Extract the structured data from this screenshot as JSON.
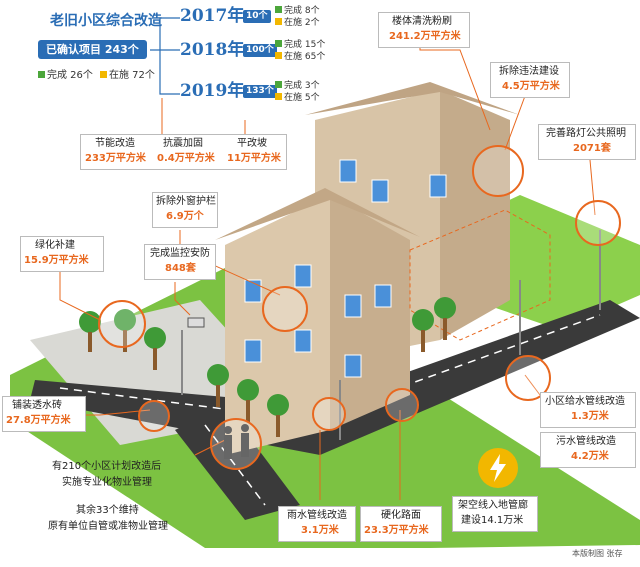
{
  "summary": {
    "title": "老旧小区综合改造",
    "confirmed": "已确认项目 243个",
    "done": "完成 26个",
    "ongoing": "在施 72个",
    "colors": {
      "done": "#4ca63b",
      "ongoing": "#f2b700",
      "accent": "#2a6db5",
      "value": "#e8681f"
    }
  },
  "years": [
    {
      "year": "2017年",
      "count": "10个",
      "done": "完成 8个",
      "ongoing": "在施 2个"
    },
    {
      "year": "2018年",
      "count": "100个",
      "done": "完成 15个",
      "ongoing": "在施 65个"
    },
    {
      "year": "2019年",
      "count": "133个",
      "done": "完成 3个",
      "ongoing": "在施 5个"
    }
  ],
  "callouts": {
    "facade": {
      "label": "楼体清洗粉刷",
      "value": "241.2万平方米"
    },
    "demolish": {
      "label": "拆除违法建设",
      "value": "4.5万平方米"
    },
    "lighting": {
      "label": "完善路灯公共照明",
      "value": "2071套"
    },
    "energy": {
      "label": "节能改造",
      "value": "233万平方米"
    },
    "quake": {
      "label": "抗震加固",
      "value": "0.4万平方米"
    },
    "roof": {
      "label": "平改坡",
      "value": "11万平方米"
    },
    "railing": {
      "label": "拆除外窗护栏",
      "value": "6.9万个"
    },
    "green": {
      "label": "绿化补建",
      "value": "15.9万平方米"
    },
    "security": {
      "label": "完成监控安防",
      "value": "848套"
    },
    "permeable": {
      "label": "铺装透水砖",
      "value": "27.8万平方米"
    },
    "water_supply": {
      "label": "小区给水管线改造",
      "value": "1.3万米"
    },
    "sewage": {
      "label": "污水管线改造",
      "value": "4.2万米"
    },
    "rain": {
      "label": "雨水管线改造",
      "value": "3.1万米"
    },
    "road": {
      "label": "硬化路面",
      "value": "23.3万平方米"
    },
    "overhead": {
      "label": "架空线入地管廊",
      "value": "建设14.1万米"
    }
  },
  "property": {
    "line1": "有210个小区计划改造后",
    "line2": "实施专业化物业管理",
    "line3": "其余33个维持",
    "line4": "原有单位自管或准物业管理"
  },
  "credit": "本版制图  张存",
  "icons": [
    "lightning-icon",
    "camera-icon",
    "street-lamp-icon",
    "people-icon",
    "window-icon",
    "tree-icon"
  ]
}
